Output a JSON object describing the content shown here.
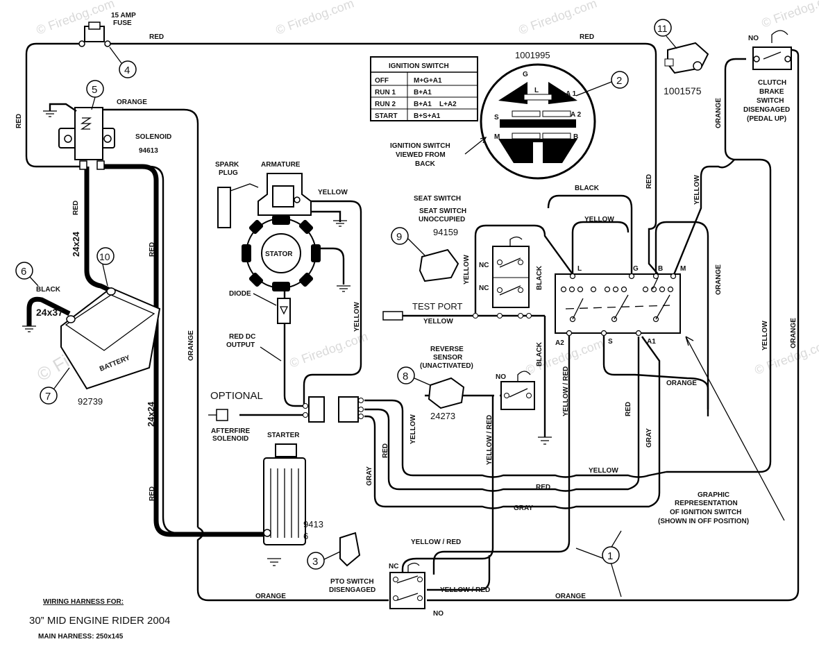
{
  "watermark": "© Firedog.com",
  "fuse": {
    "label": "15 AMP\nFUSE",
    "label1": "15 AMP",
    "label2": "FUSE"
  },
  "callouts": [
    "1",
    "2",
    "3",
    "4",
    "5",
    "6",
    "7",
    "8",
    "9",
    "10",
    "11"
  ],
  "solenoid": {
    "label": "SOLENOID",
    "part": "94613"
  },
  "battery": {
    "label": "BATTERY",
    "part": "92739",
    "cable": "24x37",
    "cable_color": "BLACK"
  },
  "ignition_table": {
    "title": "IGNITION SWITCH",
    "rows": [
      [
        "OFF",
        "M+G+A1"
      ],
      [
        "RUN 1",
        "B+A1"
      ],
      [
        "RUN 2",
        "B+A1    L+A2"
      ],
      [
        "START",
        "B+S+A1"
      ]
    ]
  },
  "ignition_switch": {
    "part": "1001995",
    "caption": "IGNITION SWITCH\nVIEWED FROM\nBACK",
    "cap1": "IGNITION SWITCH",
    "cap2": "VIEWED FROM",
    "cap3": "BACK",
    "terminals": [
      "G",
      "L",
      "A 1",
      "S",
      "A 2",
      "M",
      "B"
    ]
  },
  "plug11": {
    "part": "1001575"
  },
  "clutch": {
    "no": "NO",
    "l1": "CLUTCH",
    "l2": "BRAKE",
    "l3": "SWITCH",
    "l4": "DISENGAGED",
    "l5": "(PEDAL UP)"
  },
  "armature": {
    "label": "ARMATURE",
    "spark1": "SPARK",
    "spark2": "PLUG",
    "stator": "STATOR",
    "diode": "DIODE",
    "reddc1": "RED DC",
    "reddc2": "OUTPUT"
  },
  "seat_switch": {
    "title": "SEAT SWITCH",
    "sub1": "SEAT SWITCH",
    "sub2": "UNOCCUPIED",
    "part": "94159",
    "nc": "NC"
  },
  "test_port": "TEST PORT",
  "reverse": {
    "l1": "REVERSE",
    "l2": "SENSOR",
    "l3": "(UNACTIVATED)",
    "part": "24273"
  },
  "optional": "OPTIONAL",
  "afterfire": {
    "l1": "AFTERFIRE",
    "l2": "SOLENOID"
  },
  "starter": {
    "label": "STARTER",
    "part1": "9413",
    "part2": "6"
  },
  "pto": {
    "l1": "PTO SWITCH",
    "l2": "DISENGAGED",
    "nc": "NC",
    "no": "NO"
  },
  "ign_terms": {
    "L": "L",
    "G": "G",
    "B": "B",
    "M": "M",
    "A2": "A2",
    "S": "S",
    "A1": "A1"
  },
  "graphic_rep": {
    "l1": "GRAPHIC",
    "l2": "REPRESENTATION",
    "l3": "OF IGNITION SWITCH",
    "l4": "(SHOWN IN OFF POSITION)"
  },
  "wire_labels": {
    "red": "RED",
    "orange": "ORANGE",
    "yellow": "YELLOW",
    "black": "BLACK",
    "gray": "GRAY",
    "yellow_red": "YELLOW / RED",
    "cable24": "24x24"
  },
  "footer": {
    "title": "WIRING HARNESS FOR:",
    "model": "30” MID  ENGINE RIDER 2004",
    "main": "MAIN HARNESS: 250x145"
  }
}
